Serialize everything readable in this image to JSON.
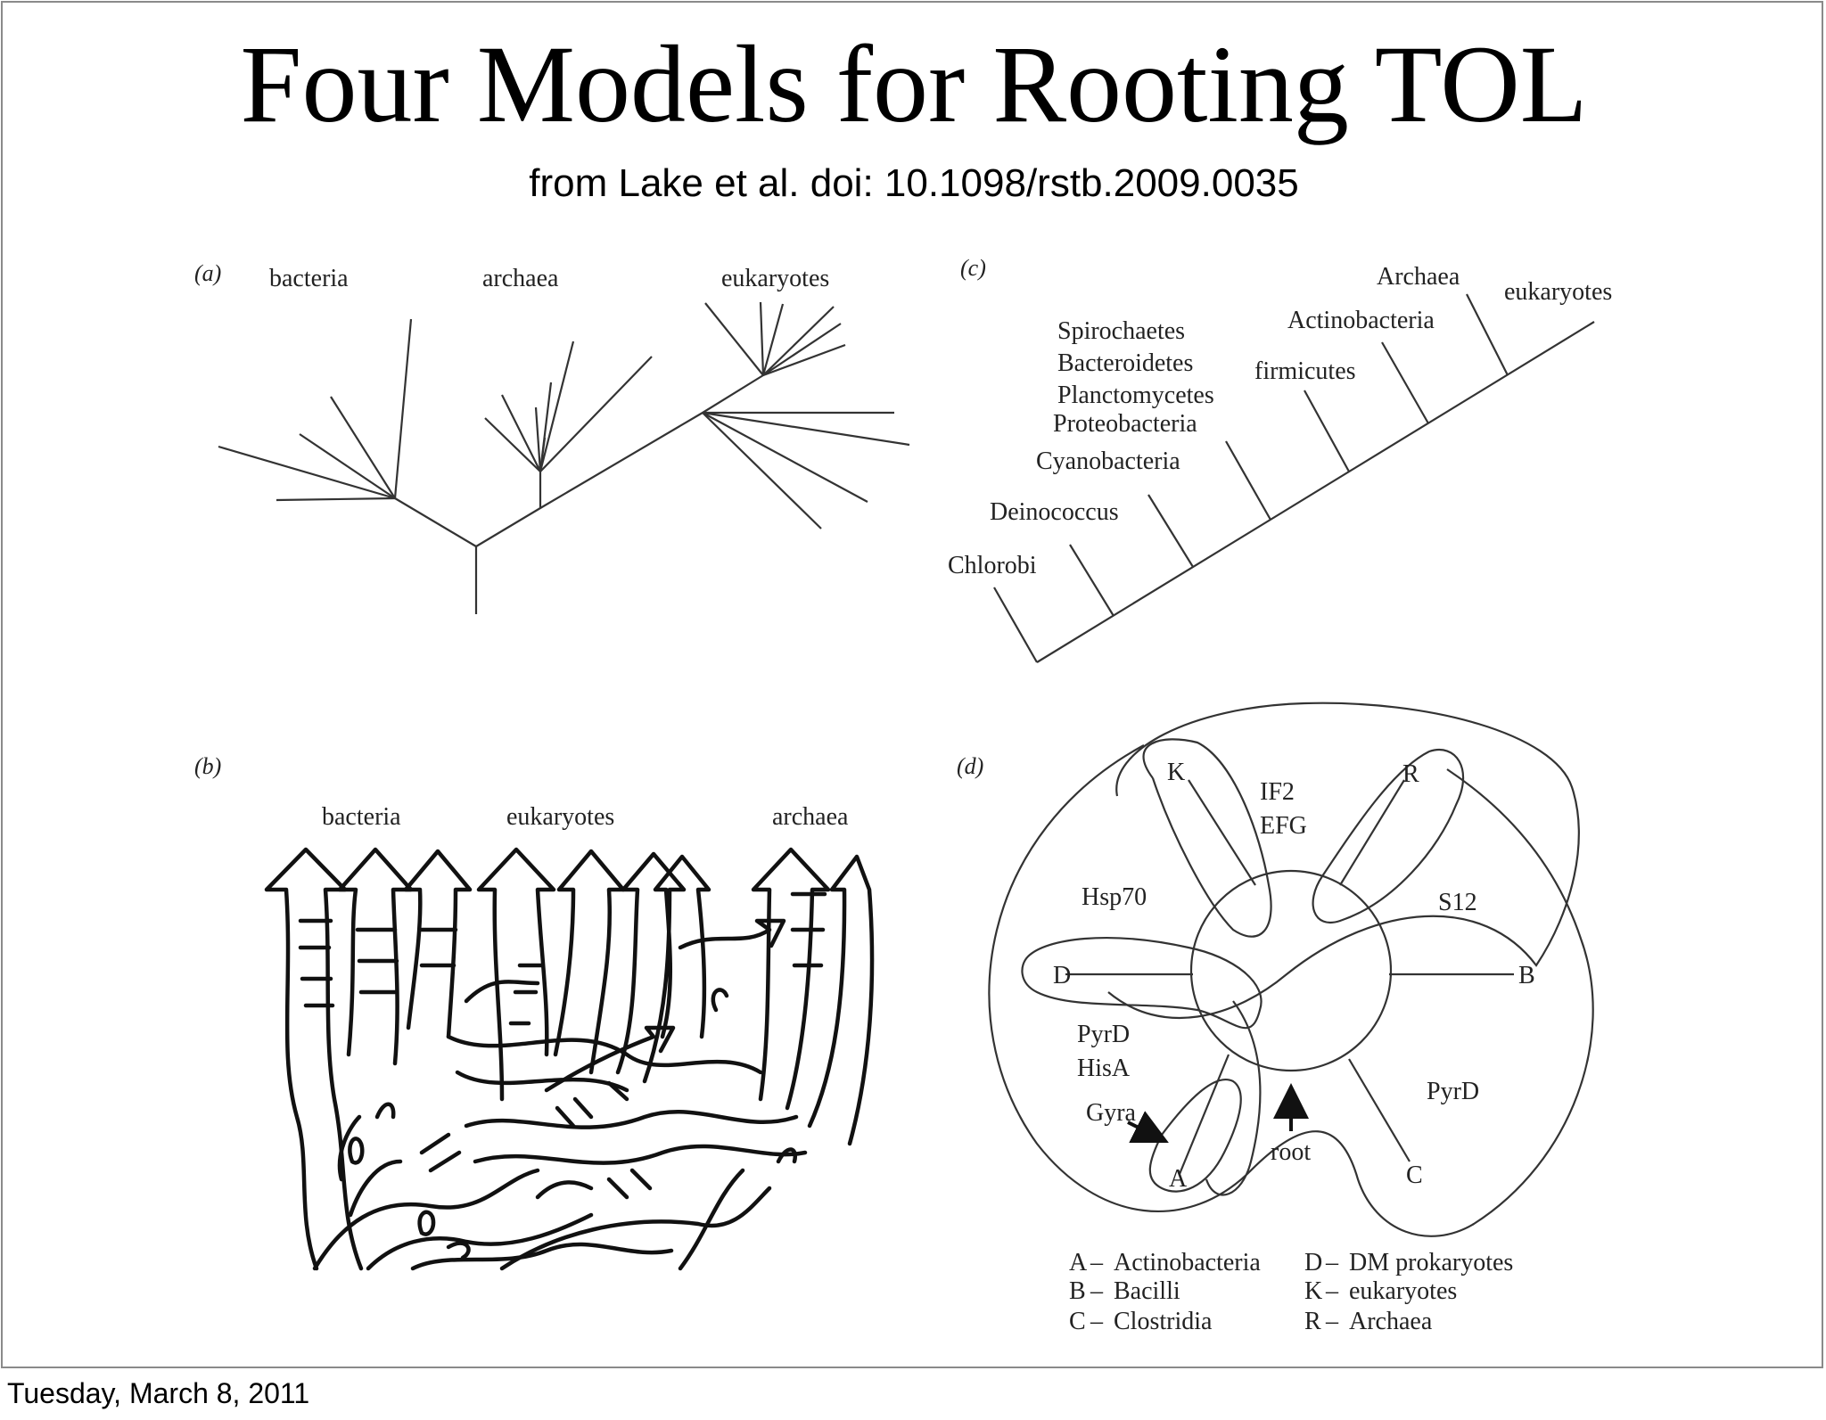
{
  "slide": {
    "title": "Four Models for Rooting TOL",
    "subtitle": "from Lake et al. doi: 10.1098/rstb.2009.0035",
    "footer_date": "Tuesday, March 8, 2011"
  },
  "panel_a": {
    "tag": "(a)",
    "labels": [
      "bacteria",
      "archaea",
      "eukaryotes"
    ]
  },
  "panel_b": {
    "tag": "(b)",
    "labels": [
      "bacteria",
      "eukaryotes",
      "archaea"
    ]
  },
  "panel_c": {
    "tag": "(c)",
    "taxa": [
      "Chlorobi",
      "Deinococcus",
      "Cyanobacteria",
      "Proteobacteria",
      "Spirochaetes",
      "Bacteroidetes",
      "Planctomycetes",
      "firmicutes",
      "Actinobacteria",
      "Archaea",
      "eukaryotes"
    ]
  },
  "panel_d": {
    "tag": "(d)",
    "nodes": [
      "K",
      "R",
      "D",
      "B",
      "A",
      "C"
    ],
    "gene_labels": [
      "IF2",
      "EFG",
      "Hsp70",
      "S12",
      "PyrD",
      "HisA",
      "Gyra",
      "PyrD"
    ],
    "root_label": "root",
    "legend": [
      {
        "key": "A",
        "dash": "–",
        "name": "Actinobacteria"
      },
      {
        "key": "B",
        "dash": "–",
        "name": "Bacilli"
      },
      {
        "key": "C",
        "dash": "–",
        "name": "Clostridia"
      },
      {
        "key": "D",
        "dash": "–",
        "name": "DM prokaryotes"
      },
      {
        "key": "K",
        "dash": "–",
        "name": "eukaryotes"
      },
      {
        "key": "R",
        "dash": "–",
        "name": "Archaea"
      }
    ]
  }
}
